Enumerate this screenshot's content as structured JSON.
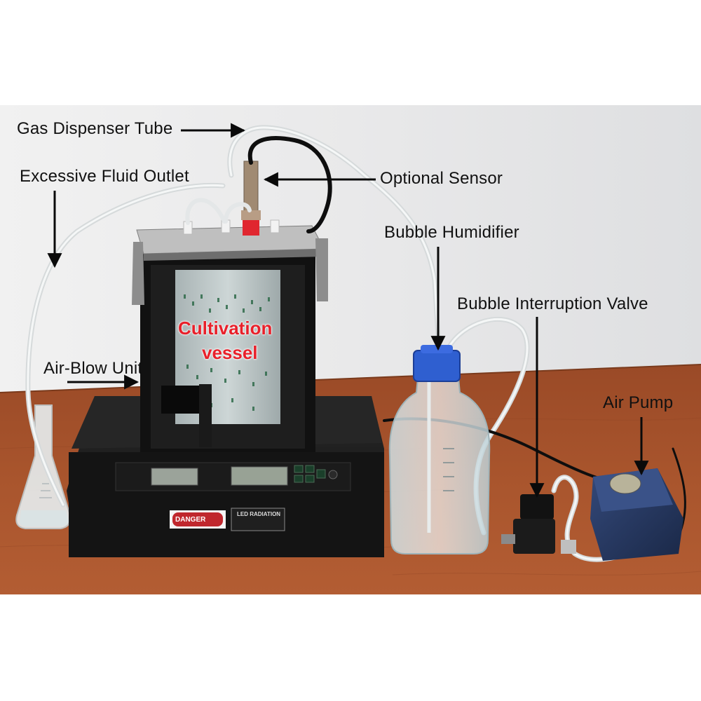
{
  "labels": {
    "gas_dispenser_tube": "Gas Dispenser Tube",
    "excessive_fluid_outlet": "Excessive Fluid Outlet",
    "optional_sensor": "Optional Sensor",
    "bubble_humidifier": "Bubble Humidifier",
    "bubble_interruption_valve": "Bubble Interruption Valve",
    "air_pump": "Air Pump",
    "air_blow_unit": "Air-Blow Unit"
  },
  "vessel_label": {
    "line1": "Cultivation",
    "line2": "vessel"
  },
  "device": {
    "danger_badge": "DANGER",
    "led_badge": "LED RADIATION"
  },
  "colors": {
    "background": "#ffffff",
    "wall": "#ececec",
    "table": "#a5512c",
    "device_body": "#151515",
    "lid_blue": "#2f5fd0",
    "pump_blue": "#23375e",
    "callout_text": "#111111",
    "vessel_text": "#e8202a"
  }
}
